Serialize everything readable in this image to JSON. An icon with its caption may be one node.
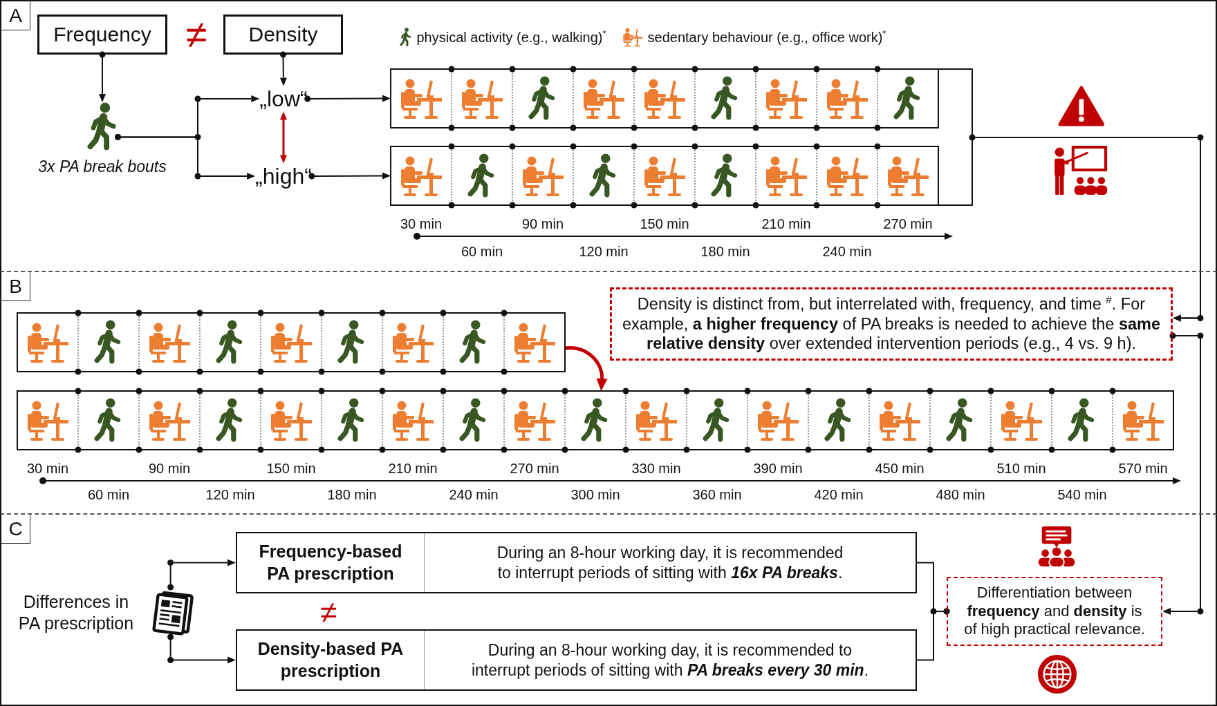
{
  "diagram": {
    "nodes": [
      {
        "text": [
          "A"
        ]
      },
      {
        "text": [
          "Frequency"
        ],
        "in": 0
      },
      {
        "text": [
          "Density"
        ],
        "in": 0
      },
      {
        "text": [],
        "shape": "person",
        "beside": [
          "3x PA break bouts"
        ],
        "in": 0
      },
      {
        "text": [
          "„low“"
        ],
        "in": 0
      },
      {
        "text": [
          "„high“"
        ],
        "in": 0
      },
      {
        "text": [],
        "shape": "box",
        "in": 0
      },
      {
        "text": [],
        "shape": "box",
        "in": 0
      },
      {
        "text": [
          "B"
        ]
      },
      {
        "text": [],
        "shape": "box",
        "in": 8
      },
      {
        "text": [
          "Density is distinct from, but interrelated with, frequency, and time $^{#}$. For example, **a higher frequency** of PA breaks is needed to achieve the **same relative density** over extended intervention periods (e.g., 4 vs. 9 h)."
        ],
        "in": 8
      },
      {
        "text": [],
        "shape": "box",
        "in": 8
      },
      {
        "text": [
          "C"
        ]
      },
      {
        "text": [],
        "shape": "picture",
        "beside": [
          "Differences in PA prescription"
        ],
        "in": 12
      },
      {
        "text": [
          "Frequency-based PA prescription",
          "During an 8-hour working day, it is recommended to interrupt periods of sitting with **16x PA breaks**."
        ],
        "in": 12
      },
      {
        "text": [
          "Density-based PA prescription",
          "During an 8-hour working day, it is recommended to interrupt periods of sitting with **PA breaks every 30 min**."
        ],
        "in": 12
      },
      {
        "text": [
          "Differentiation between **frequency** and **density** is of high practical relevance."
        ],
        "in": 12
      }
    ],
    "edges": [
      {
        "from": 1,
        "to": 3,
        "arrow": "to"
      },
      {
        "from": 2,
        "to": 4,
        "arrow": "to"
      },
      {
        "from": 3,
        "to": 4,
        "arrow": "to"
      },
      {
        "from": 3,
        "to": 5,
        "arrow": "to"
      },
      {
        "from": 4,
        "to": 5,
        "arrow": "both",
        "color": "#c00000"
      },
      {
        "from": 4,
        "to": 6,
        "arrow": "to"
      },
      {
        "from": 5,
        "to": 7,
        "arrow": "to"
      },
      {
        "from": 6,
        "to": 10,
        "arrow": "to"
      },
      {
        "from": 7,
        "to": 10,
        "arrow": "to"
      },
      {
        "from": 9,
        "to": 11,
        "arrow": "to",
        "style": "thick",
        "color": "#c00000"
      },
      {
        "from": 10,
        "to": 16,
        "arrow": "to"
      },
      {
        "from": 13,
        "to": 14,
        "arrow": "to"
      },
      {
        "from": 13,
        "to": 15,
        "arrow": "to"
      },
      {
        "from": 14,
        "to": 16,
        "arrow": "other"
      },
      {
        "from": 15,
        "to": 16,
        "arrow": "other"
      }
    ],
    "labels": [
      "≠",
      "30 min",
      "60 min",
      "90 min",
      "120 min",
      "150 min",
      "180 min",
      "210 min",
      "240 min",
      "270 min",
      "30 min",
      "60 min",
      "90 min",
      "120 min",
      "150 min",
      "180 min",
      "210 min",
      "240 min",
      "270 min",
      "300 min",
      "330 min",
      "360 min",
      "390 min",
      "420 min",
      "450 min",
      "480 min",
      "510 min",
      "540 min",
      "570 min",
      "≠"
    ],
    "legend": [
      {
        "text": "physical activity (e.g., walking)$^{*}$"
      },
      {
        "text": "sedentary behaviour (e.g., office work)$^{*}$"
      }
    ]
  }
}
